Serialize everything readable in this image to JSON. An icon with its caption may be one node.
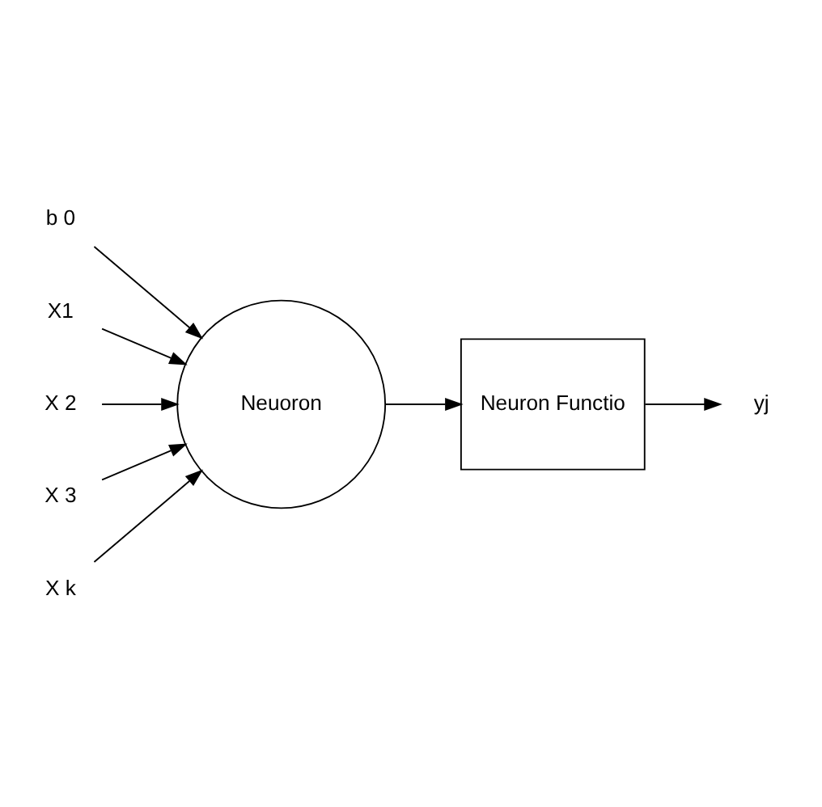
{
  "diagram": {
    "nodes": [
      {
        "text": [
          "b 0"
        ]
      },
      {
        "text": [
          "X1"
        ]
      },
      {
        "text": [
          "X 2"
        ]
      },
      {
        "text": [
          "Neuoron"
        ]
      },
      {
        "text": [
          "Neuron Functio"
        ]
      },
      {
        "text": [
          "yj"
        ]
      },
      {
        "text": [
          "X 3"
        ]
      },
      {
        "text": [
          "X k"
        ]
      }
    ],
    "edges": [
      {
        "from": 0,
        "to": 3,
        "arrow": "to"
      },
      {
        "from": 1,
        "to": 3,
        "arrow": "to"
      },
      {
        "from": 2,
        "to": 3,
        "arrow": "to"
      },
      {
        "from": 6,
        "to": 3,
        "arrow": "to"
      },
      {
        "from": 7,
        "to": 3,
        "arrow": "to"
      },
      {
        "from": 3,
        "to": 4,
        "arrow": "to"
      },
      {
        "from": 4,
        "to": 5,
        "arrow": "to"
      }
    ]
  }
}
